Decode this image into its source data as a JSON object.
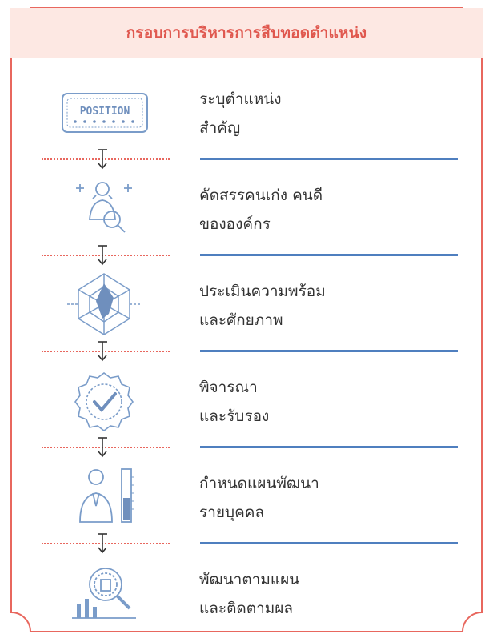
{
  "header": {
    "title": "กรอบการบริหารการสืบทอดตำแหน่ง"
  },
  "steps": [
    {
      "icon": "position-stamp-icon",
      "stamp_text": "POSITION",
      "line1": "ระบุตำแหน่ง",
      "line2": "สำคัญ"
    },
    {
      "icon": "person-search-icon",
      "line1": "คัดสรรคนเก่ง คนดี",
      "line2": "ขององค์กร"
    },
    {
      "icon": "radar-assessment-icon",
      "line1": "ประเมินความพร้อม",
      "line2": "และศักยภาพ"
    },
    {
      "icon": "approval-badge-icon",
      "line1": "พิจารณา",
      "line2": "และรับรอง"
    },
    {
      "icon": "person-progress-icon",
      "line1": "กำหนดแผนพัฒนา",
      "line2": "รายบุคคล"
    },
    {
      "icon": "magnifier-chart-icon",
      "line1": "พัฒนาตามแผน",
      "line2": "และติดตามผล"
    }
  ],
  "colors": {
    "frame": "#e8675e",
    "header_bg": "#fde8e3",
    "header_text": "#e0584f",
    "divider": "#4f7fbf",
    "icon": "#7a9cc9"
  }
}
